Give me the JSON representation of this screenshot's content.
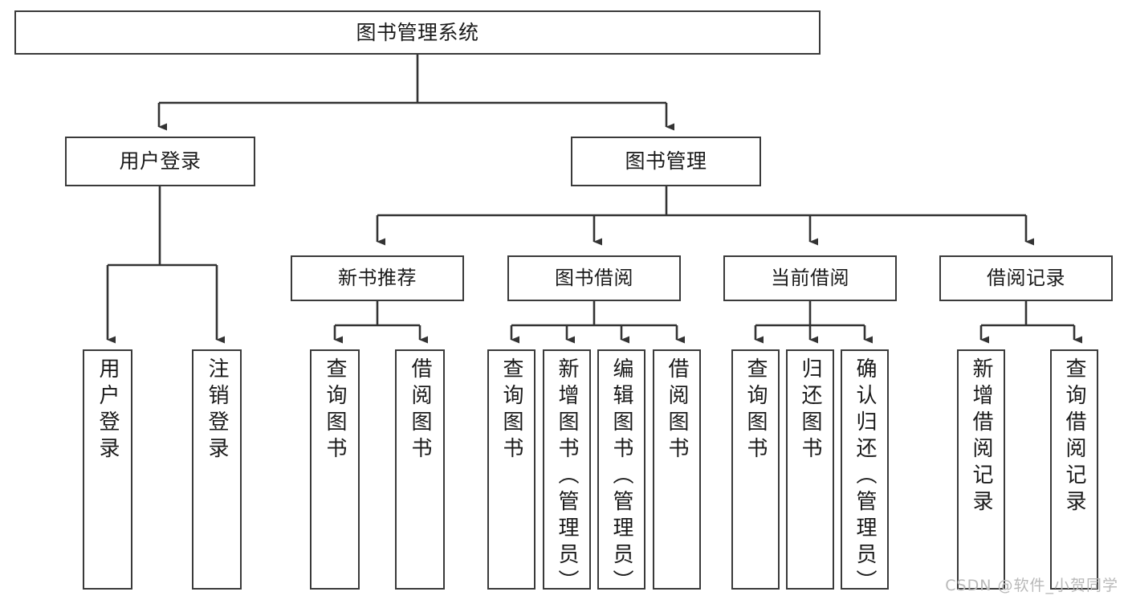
{
  "diagram": {
    "title": "图书管理系统",
    "type": "功能结构图",
    "watermark": "CSDN @软件_小贺同学",
    "colors": {
      "background": "#ffffff",
      "box_border": "#3a3a3a",
      "edge": "#333333",
      "text": "#1a1a1a",
      "watermark": "#b9b9b9"
    },
    "nodes": {
      "root": {
        "label": "图书管理系统"
      },
      "level2": [
        {
          "id": "user-login",
          "label": "用户登录"
        },
        {
          "id": "book-manage",
          "label": "图书管理"
        }
      ],
      "level3": [
        {
          "id": "new-book-recommend",
          "label": "新书推荐"
        },
        {
          "id": "book-borrow",
          "label": "图书借阅"
        },
        {
          "id": "current-borrow",
          "label": "当前借阅"
        },
        {
          "id": "borrow-record",
          "label": "借阅记录"
        }
      ],
      "leaves": {
        "user_login": [
          {
            "id": "leaf-user-login",
            "label": "用户登录"
          },
          {
            "id": "leaf-logout-login",
            "label": "注销登录"
          }
        ],
        "new_book_recommend": [
          {
            "id": "leaf-query-book-1",
            "label": "查询图书"
          },
          {
            "id": "leaf-borrow-book-1",
            "label": "借阅图书"
          }
        ],
        "book_borrow": [
          {
            "id": "leaf-query-book-2",
            "label": "查询图书"
          },
          {
            "id": "leaf-add-book",
            "label": "新增图书（管理员）"
          },
          {
            "id": "leaf-edit-book",
            "label": "编辑图书（管理员）"
          },
          {
            "id": "leaf-borrow-book-2",
            "label": "借阅图书"
          }
        ],
        "current_borrow": [
          {
            "id": "leaf-query-book-3",
            "label": "查询图书"
          },
          {
            "id": "leaf-return-book",
            "label": "归还图书"
          },
          {
            "id": "leaf-confirm-return",
            "label": "确认归还（管理员）"
          }
        ],
        "borrow_record": [
          {
            "id": "leaf-add-record",
            "label": "新增借阅记录"
          },
          {
            "id": "leaf-query-record",
            "label": "查询借阅记录"
          }
        ]
      }
    }
  }
}
